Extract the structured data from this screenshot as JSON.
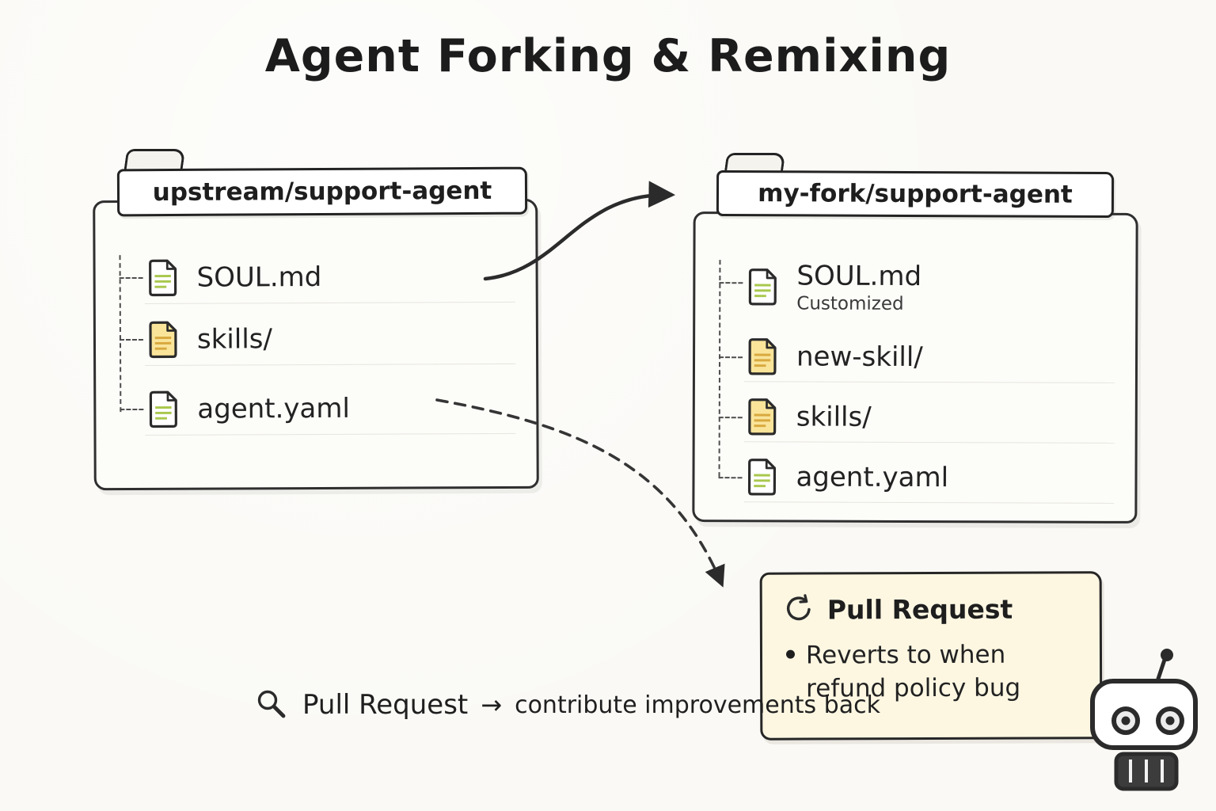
{
  "title": "Agent Forking & Remixing",
  "upstream": {
    "label": "upstream/support-agent",
    "files": [
      {
        "name": "SOUL.md",
        "icon": "file-icon"
      },
      {
        "name": "skills/",
        "icon": "folder-icon"
      },
      {
        "name": "agent.yaml",
        "icon": "file-icon"
      }
    ]
  },
  "fork": {
    "label": "my-fork/support-agent",
    "files": [
      {
        "name": "SOUL.md",
        "subtitle": "Customized",
        "icon": "file-icon"
      },
      {
        "name": "new-skill/",
        "icon": "folder-icon"
      },
      {
        "name": "skills/",
        "icon": "folder-icon"
      },
      {
        "name": "agent.yaml",
        "icon": "file-icon"
      }
    ]
  },
  "pull_request": {
    "title": "Pull Request",
    "bullet": "Reverts to when refund policy bug",
    "icon": "sync-icon"
  },
  "caption": {
    "lead": "Pull Request",
    "arrow": "→",
    "rest": "contribute improvements back",
    "icon": "magnifier-icon"
  },
  "colors": {
    "ink": "#2b2b2b",
    "paper": "#faf9f5",
    "folder_yellow": "#f9e49a",
    "folder_line": "#d9a93f",
    "file_line_green": "#a9c84e",
    "pr_box_bg": "#fdf7e2"
  }
}
